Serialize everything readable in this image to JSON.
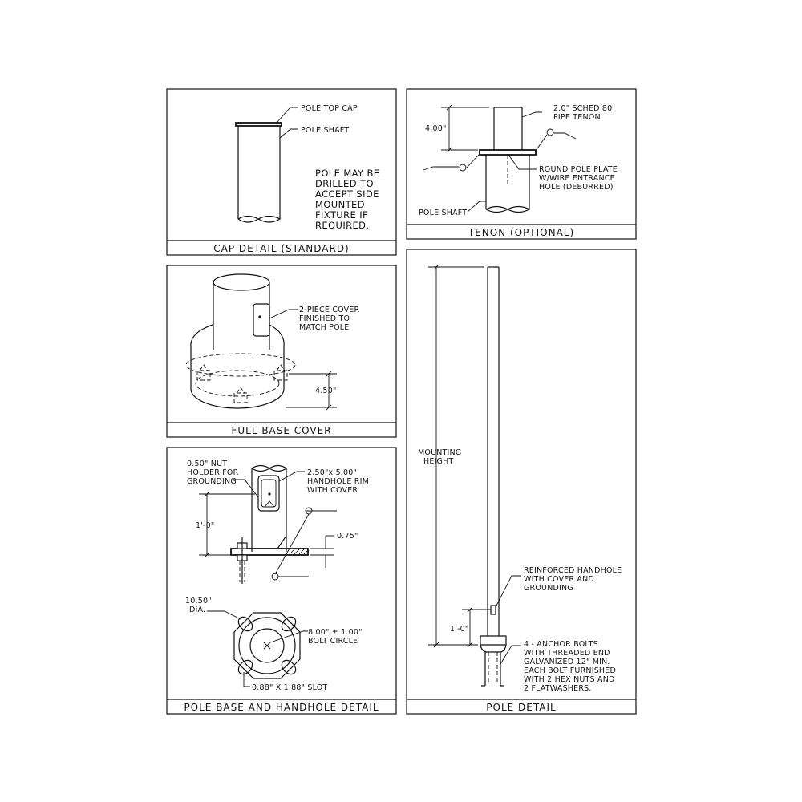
{
  "panels": {
    "cap": {
      "caption": "CAP DETAIL (STANDARD)",
      "labels": {
        "top_cap": "POLE TOP CAP",
        "shaft": "POLE SHAFT"
      },
      "note": [
        "POLE MAY BE",
        "DRILLED TO",
        "ACCEPT SIDE",
        "MOUNTED",
        "FIXTURE IF",
        "REQUIRED."
      ]
    },
    "tenon": {
      "caption": "TENON (OPTIONAL)",
      "dim": "4.00\"",
      "labels": {
        "pipe": [
          "2.0\" SCHED 80",
          "PIPE TENON"
        ],
        "plate": [
          "ROUND POLE PLATE",
          "W/WIRE ENTRANCE",
          "HOLE (DEBURRED)"
        ],
        "shaft": "POLE SHAFT"
      }
    },
    "base_cover": {
      "caption": "FULL BASE COVER",
      "labels": {
        "cover": [
          "2-PIECE COVER",
          "FINISHED TO",
          "MATCH POLE"
        ]
      },
      "dim": "4.50\""
    },
    "handhole": {
      "caption": "POLE BASE AND HANDHOLE DETAIL",
      "labels": {
        "nut_holder": [
          "0.50\" NUT",
          "HOLDER FOR",
          "GROUNDING"
        ],
        "rim": [
          "2.50\"x 5.00\"",
          "HANDHOLE RIM",
          "WITH COVER"
        ],
        "height": "1'-0\"",
        "plate": "0.75\"",
        "dia": [
          "10.50\"",
          "DIA."
        ],
        "bolt_circle": [
          "8.00\" ± 1.00\"",
          "BOLT CIRCLE"
        ],
        "slot": "0.88\" X 1.88\" SLOT"
      }
    },
    "pole": {
      "caption": "POLE DETAIL",
      "labels": {
        "mounting": [
          "MOUNTING",
          "HEIGHT"
        ],
        "handhole": [
          "REINFORCED HANDHOLE",
          "WITH COVER AND",
          "GROUNDING"
        ],
        "height": "1'-0\"",
        "bolts": [
          "4 - ANCHOR BOLTS",
          "WITH THREADED END",
          "GALVANIZED 12\" MIN.",
          "EACH BOLT FURNISHED",
          "WITH 2 HEX NUTS AND",
          "2 FLATWASHERS."
        ]
      }
    }
  }
}
